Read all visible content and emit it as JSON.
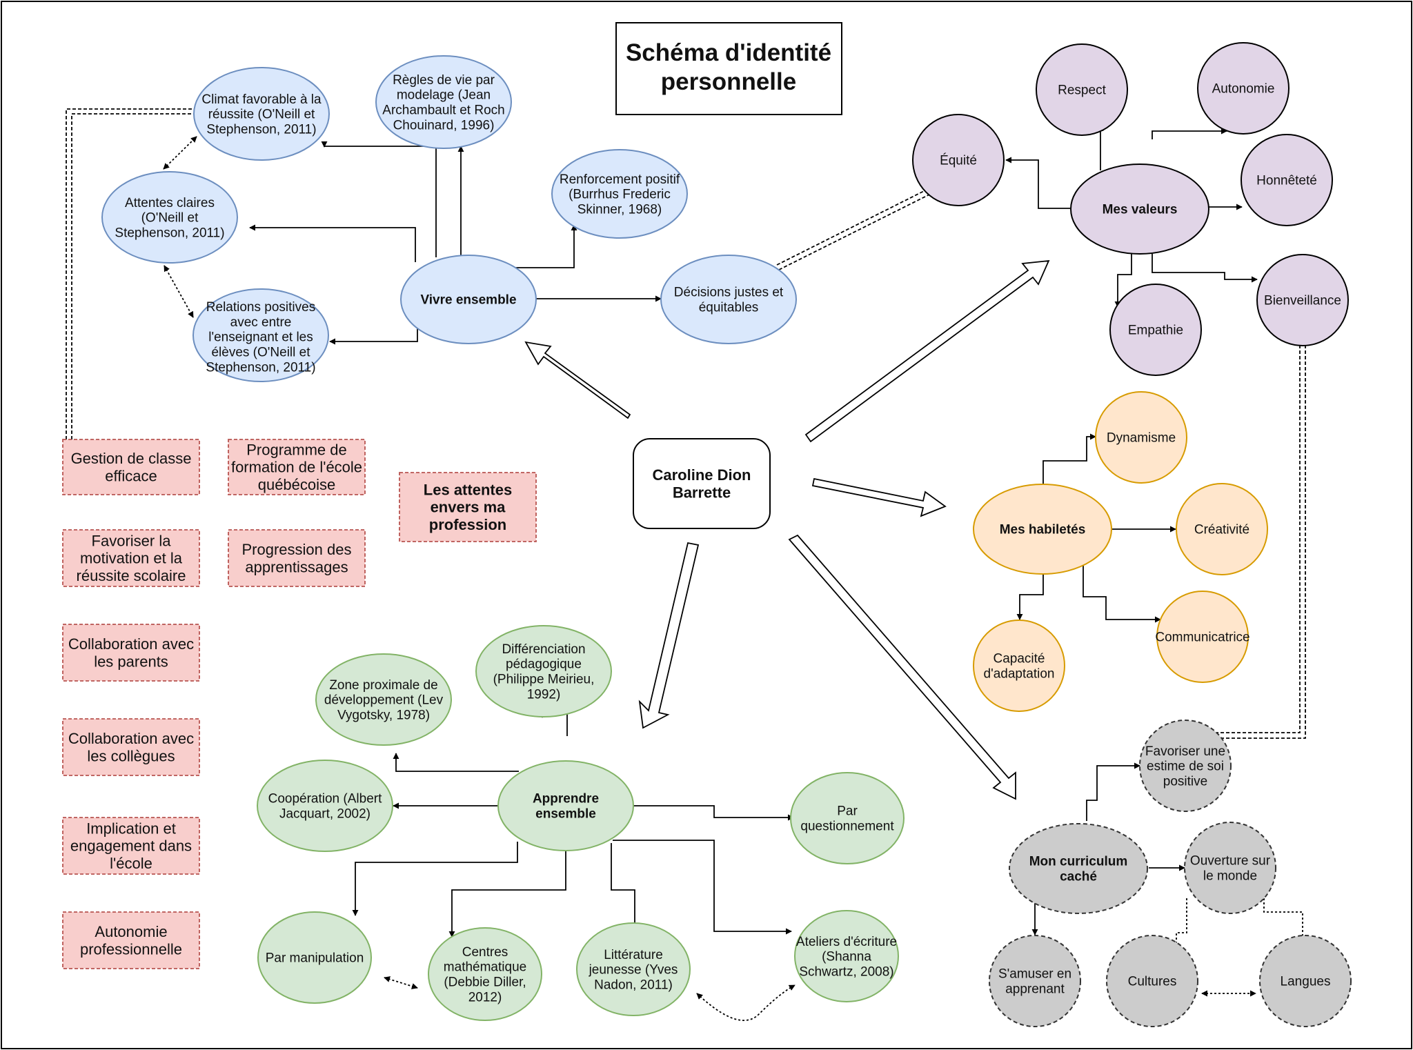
{
  "title": "Schéma d'identité personnelle",
  "center": "Caroline Dion Barrette",
  "colors": {
    "blue_fill": "#dae8fc",
    "blue_stroke": "#6c8ebf",
    "purple_fill": "#e1d5e7",
    "purple_stroke": "#9673a6",
    "orange_fill": "#ffe6cc",
    "orange_stroke": "#d79b00",
    "green_fill": "#d5e8d4",
    "green_stroke": "#82b366",
    "gray_fill": "#cccccc",
    "gray_stroke": "#666666",
    "red_fill": "#f8cecc",
    "red_stroke": "#b85450"
  },
  "nodes": {
    "vivre": "Vivre ensemble",
    "climat": "Climat favorable à la réussite (O'Neill et Stephenson, 2011)",
    "regles": "Règles de vie par modelage (Jean Archambault et Roch Chouinard, 1996)",
    "renfo": "Renforcement positif (Burrhus Frederic Skinner, 1968)",
    "attentes": "Attentes claires (O'Neill et Stephenson, 2011)",
    "relations": "Relations positives avec entre l'enseignant et les élèves (O'Neill et Stephenson, 2011)",
    "decisions": "Décisions justes et équitables",
    "valeurs": "Mes valeurs",
    "equite": "Équité",
    "respect": "Respect",
    "autonomie": "Autonomie",
    "honnetete": "Honnêteté",
    "bienveillance": "Bienveillance",
    "empathie": "Empathie",
    "habiletes": "Mes habiletés",
    "dynamisme": "Dynamisme",
    "creativite": "Créativité",
    "communicatrice": "Communicatrice",
    "adaptation": "Capacité d'adaptation",
    "curriculum": "Mon curriculum caché",
    "estime": "Favoriser une estime de soi positive",
    "ouverture": "Ouverture sur le monde",
    "samuser": "S'amuser en apprenant",
    "cultures": "Cultures",
    "langues": "Langues",
    "apprendre": "Apprendre ensemble",
    "zone": "Zone proximale de développement (Lev Vygotsky, 1978)",
    "differenciation": "Différenciation pédagogique (Philippe Meirieu, 1992)",
    "cooperation": "Coopération (Albert Jacquart, 2002)",
    "questionnement": "Par questionnement",
    "manipulation": "Par manipulation",
    "centres": "Centres mathématique (Debbie Diller, 2012)",
    "litterature": "Littérature jeunesse (Yves Nadon, 2011)",
    "ateliers": "Ateliers d'écriture (Shanna Schwartz, 2008)"
  },
  "expectations": {
    "heading": "Les attentes envers ma profession",
    "items": [
      "Gestion de classe efficace",
      "Programme de formation de l'école québécoise",
      "Favoriser la motivation et la réussite scolaire",
      "Progression des apprentissages",
      "Collaboration avec les parents",
      "Collaboration avec les collègues",
      "Implication et engagement dans l'école",
      "Autonomie professionnelle"
    ]
  }
}
